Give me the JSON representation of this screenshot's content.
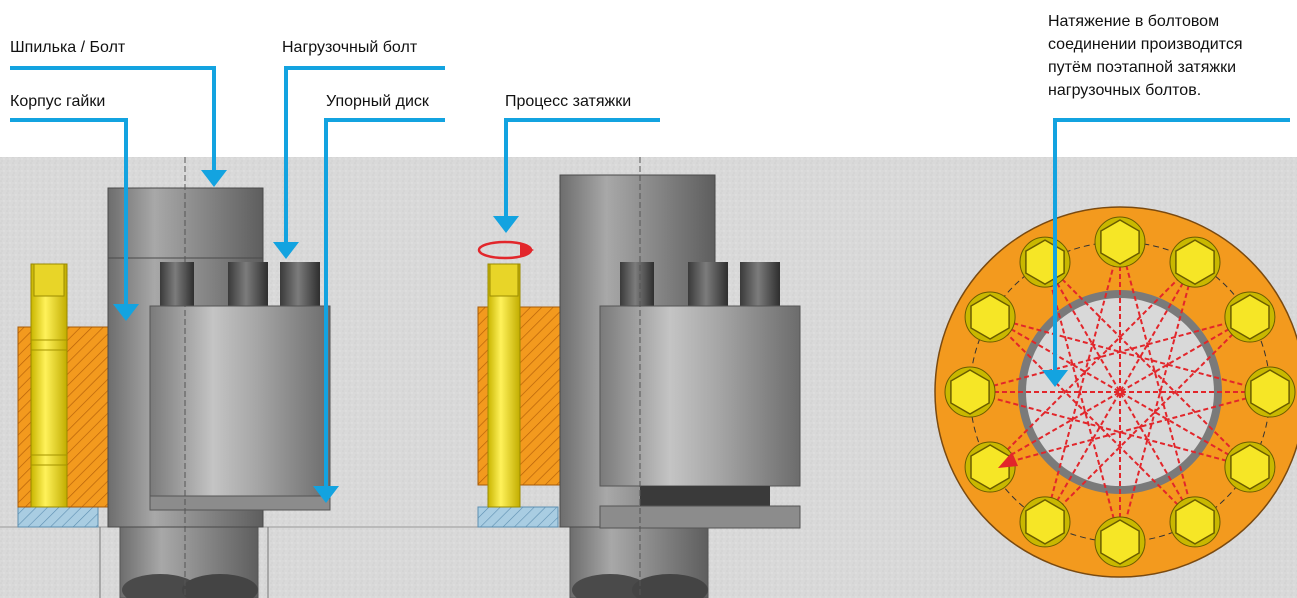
{
  "labels": {
    "stud_bolt": "Шпилька / Болт",
    "nut_body": "Корпус гайки",
    "jack_bolt": "Нагрузочный болт",
    "thrust_disc": "Упорный диск",
    "tightening_process": "Процесс затяжки"
  },
  "note": {
    "lines": [
      "Натяжение в болтовом",
      "соединении производится",
      "путём поэтапной затяжки",
      "нагрузочных болтов."
    ]
  },
  "colors": {
    "callout_blue": "#13a3e0",
    "background_gray": "#d6d6d6",
    "steel": "#8a8a8a",
    "yellow": "#f2e01a",
    "orange": "#f39a1e",
    "red": "#e2262b",
    "washer_blue": "#a9cde2"
  },
  "icons": [
    "rotation-arrow-icon",
    "hex-bolt-icon",
    "arrow-down-icon"
  ],
  "bolt_circle_count": 12
}
